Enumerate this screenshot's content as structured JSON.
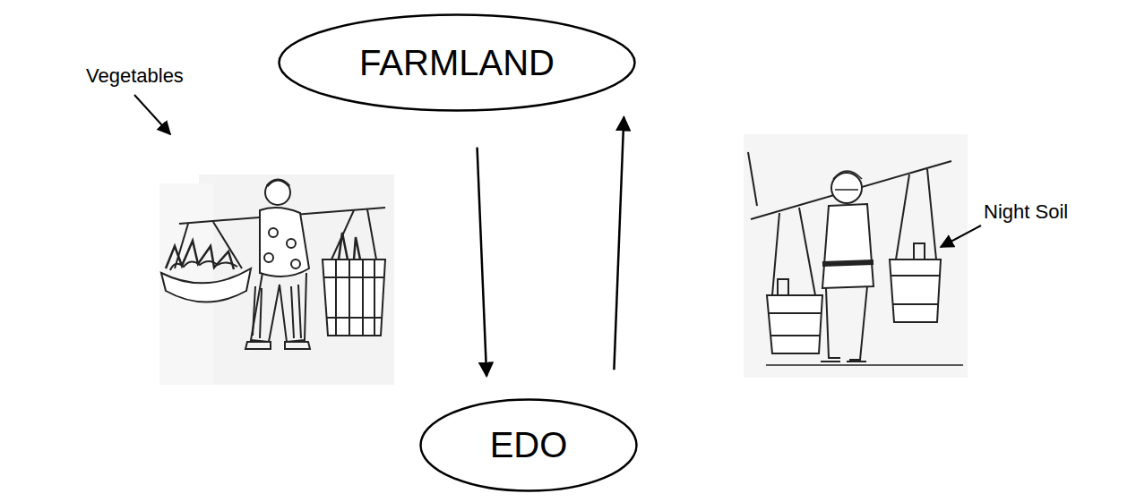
{
  "diagram": {
    "nodes": [
      {
        "text": [
          "FARMLAND"
        ]
      },
      {
        "text": [
          "EDO"
        ]
      }
    ],
    "edges": [
      {
        "from": 0,
        "to": 1,
        "arrow": "to"
      },
      {
        "from": 1,
        "to": 0,
        "arrow": "to"
      }
    ],
    "labels": [
      "Vegetables",
      "Night Soil"
    ]
  }
}
